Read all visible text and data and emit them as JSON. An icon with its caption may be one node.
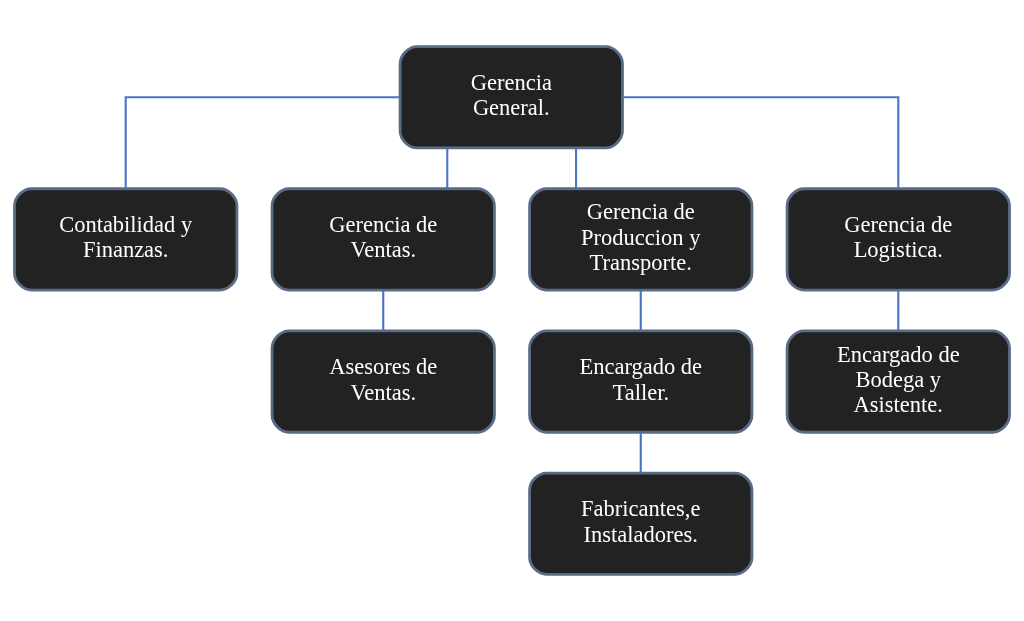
{
  "diagram": {
    "nodes": [
      {
        "text": [
          "Gerencia General."
        ]
      },
      {
        "text": [
          "Contabilidad y Finanzas."
        ]
      },
      {
        "text": [
          "Gerencia de Ventas."
        ]
      },
      {
        "text": [
          "Gerencia de Produccion y Transporte."
        ]
      },
      {
        "text": [
          "Gerencia de Logistica."
        ]
      },
      {
        "text": [
          "Asesores de Ventas."
        ]
      },
      {
        "text": [
          "Encargado de Taller."
        ]
      },
      {
        "text": [
          "Fabricantes,e Instaladores."
        ]
      },
      {
        "text": [
          "Encargado de Bodega y Asistente."
        ]
      }
    ],
    "edges": [
      {
        "from": 0,
        "to": 1,
        "arrow": "none"
      },
      {
        "from": 0,
        "to": 2,
        "arrow": "none"
      },
      {
        "from": 0,
        "to": 3,
        "arrow": "none"
      },
      {
        "from": 0,
        "to": 4,
        "arrow": "none"
      },
      {
        "from": 2,
        "to": 5,
        "arrow": "none"
      },
      {
        "from": 3,
        "to": 6,
        "arrow": "none"
      },
      {
        "from": 6,
        "to": 7,
        "arrow": "none"
      },
      {
        "from": 4,
        "to": 8,
        "arrow": "none"
      }
    ]
  }
}
